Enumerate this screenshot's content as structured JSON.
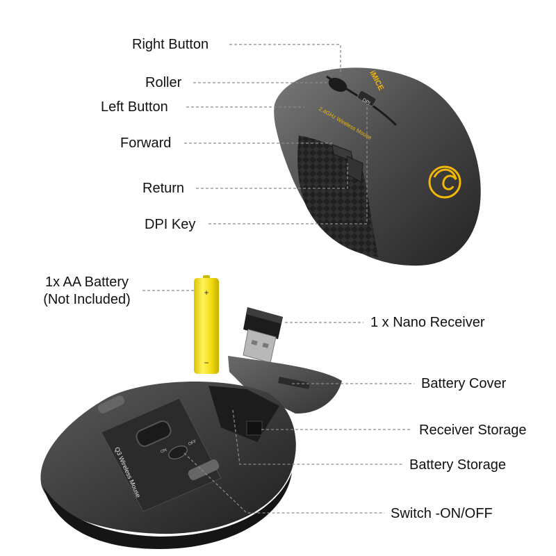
{
  "labels": {
    "right_button": "Right Button",
    "roller": "Roller",
    "left_button": "Left Button",
    "forward": "Forward",
    "return": "Return",
    "dpi_key": "DPI Key",
    "battery_line1": "1x AA Battery",
    "battery_line2": "(Not Included)",
    "nano_receiver": "1 x Nano Receiver",
    "battery_cover": "Battery Cover",
    "receiver_storage": "Receiver Storage",
    "battery_storage": "Battery Storage",
    "switch": "Switch -ON/OFF"
  },
  "product": {
    "brand": "iMICE",
    "wireless_text": "2.4GHz Wireless Mouse",
    "dpi_text": "DPI",
    "bottom_model": "Q3 Wireless Mouse",
    "switch_on": "ON",
    "switch_off": "OFF"
  },
  "battery_marks": {
    "plus": "+",
    "minus": "−"
  },
  "colors": {
    "mouse_body": "#4b4b4b",
    "mouse_dark": "#1c1c1c",
    "accent_gold": "#f2b705",
    "battery_yellow": "#f5e21a"
  }
}
